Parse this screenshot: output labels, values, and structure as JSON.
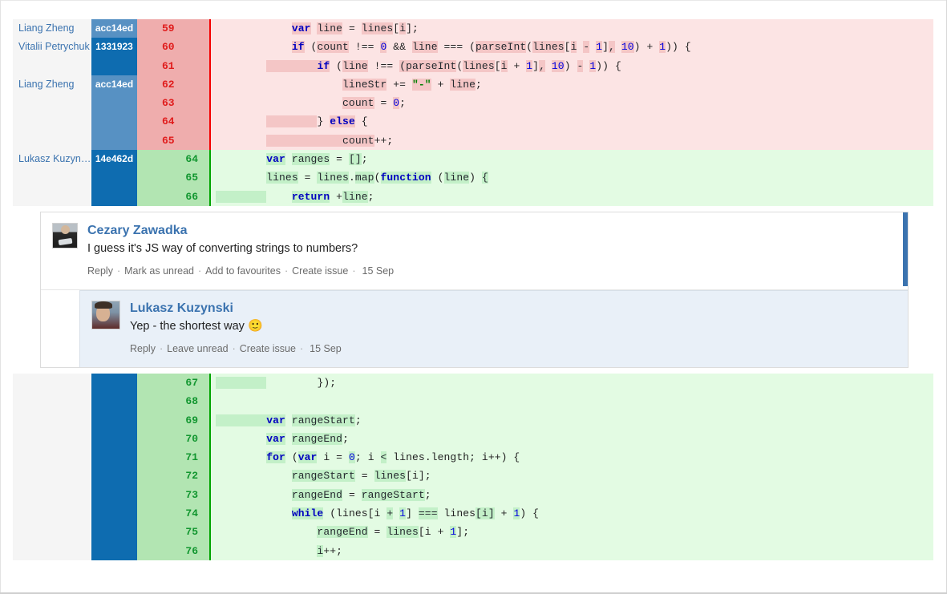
{
  "diff": {
    "blocks": [
      {
        "id": "block-top",
        "rows": [
          {
            "author": "Liang Zheng",
            "hash": "acc14ed",
            "hash_tone": "tone-a",
            "num": "59",
            "kind": "del",
            "tokens": [
              {
                "t": "            ",
                "s": "pl"
              },
              {
                "t": "var",
                "s": "kw hl-del"
              },
              {
                "t": " ",
                "s": "pl"
              },
              {
                "t": "line",
                "s": "hl-del"
              },
              {
                "t": " = ",
                "s": "pl"
              },
              {
                "t": "lines",
                "s": "hl-del"
              },
              {
                "t": "[",
                "s": "pl"
              },
              {
                "t": "i",
                "s": "hl-del"
              },
              {
                "t": "];",
                "s": "pl"
              }
            ]
          },
          {
            "author": "Vitalii Petrychuk",
            "hash": "1331923",
            "hash_tone": "tone-b",
            "num": "60",
            "kind": "del",
            "tokens": [
              {
                "t": "            ",
                "s": "pl"
              },
              {
                "t": "if",
                "s": "kw hl-del"
              },
              {
                "t": " (",
                "s": "pl"
              },
              {
                "t": "count",
                "s": "hl-del"
              },
              {
                "t": " !== ",
                "s": "pl"
              },
              {
                "t": "0",
                "s": "num hl-del"
              },
              {
                "t": " && ",
                "s": "pl"
              },
              {
                "t": "line",
                "s": "hl-del"
              },
              {
                "t": " === ",
                "s": "pl"
              },
              {
                "t": "(",
                "s": "pl"
              },
              {
                "t": "parseInt",
                "s": "hl-del"
              },
              {
                "t": "(",
                "s": "pl"
              },
              {
                "t": "lines",
                "s": "hl-del"
              },
              {
                "t": "[",
                "s": "pl"
              },
              {
                "t": "i",
                "s": "hl-del"
              },
              {
                "t": " ",
                "s": "pl"
              },
              {
                "t": "-",
                "s": "hl-del"
              },
              {
                "t": " ",
                "s": "pl"
              },
              {
                "t": "1",
                "s": "num hl-del"
              },
              {
                "t": "]",
                "s": "pl"
              },
              {
                "t": ",",
                "s": "hl-del"
              },
              {
                "t": " ",
                "s": "pl"
              },
              {
                "t": "10",
                "s": "num hl-del"
              },
              {
                "t": ") + ",
                "s": "pl"
              },
              {
                "t": "1",
                "s": "num hl-del"
              },
              {
                "t": ")) {",
                "s": "pl"
              }
            ]
          },
          {
            "author": "",
            "hash": "",
            "hash_tone": "tone-blank-b",
            "num": "61",
            "kind": "del",
            "tokens": [
              {
                "t": "        ",
                "s": "pl"
              },
              {
                "t": "        ",
                "s": "hl-del"
              },
              {
                "t": "if",
                "s": "kw hl-del"
              },
              {
                "t": " (",
                "s": "pl"
              },
              {
                "t": "line",
                "s": "hl-del"
              },
              {
                "t": " !== ",
                "s": "pl"
              },
              {
                "t": "(",
                "s": "hl-del"
              },
              {
                "t": "parseInt",
                "s": "hl-del"
              },
              {
                "t": "(",
                "s": "pl"
              },
              {
                "t": "lines",
                "s": "hl-del"
              },
              {
                "t": "[",
                "s": "pl"
              },
              {
                "t": "i",
                "s": "hl-del"
              },
              {
                "t": " + ",
                "s": "pl"
              },
              {
                "t": "1",
                "s": "num hl-del"
              },
              {
                "t": "]",
                "s": "pl"
              },
              {
                "t": ",",
                "s": "hl-del"
              },
              {
                "t": " ",
                "s": "pl"
              },
              {
                "t": "10",
                "s": "num hl-del"
              },
              {
                "t": ") ",
                "s": "pl"
              },
              {
                "t": "-",
                "s": "hl-del"
              },
              {
                "t": " ",
                "s": "pl"
              },
              {
                "t": "1",
                "s": "num hl-del"
              },
              {
                "t": ")) {",
                "s": "pl"
              }
            ]
          },
          {
            "author": "Liang Zheng",
            "hash": "acc14ed",
            "hash_tone": "tone-a",
            "num": "62",
            "kind": "del",
            "tokens": [
              {
                "t": "                    ",
                "s": "pl"
              },
              {
                "t": "lineStr",
                "s": "hl-del"
              },
              {
                "t": " += ",
                "s": "pl"
              },
              {
                "t": "\"-\"",
                "s": "str hl-del"
              },
              {
                "t": " + ",
                "s": "pl"
              },
              {
                "t": "line",
                "s": "hl-del"
              },
              {
                "t": ";",
                "s": "pl"
              }
            ]
          },
          {
            "author": "",
            "hash": "",
            "hash_tone": "tone-a",
            "num": "63",
            "kind": "del",
            "tokens": [
              {
                "t": "                    ",
                "s": "pl"
              },
              {
                "t": "count",
                "s": "hl-del"
              },
              {
                "t": " = ",
                "s": "pl"
              },
              {
                "t": "0",
                "s": "num hl-del"
              },
              {
                "t": ";",
                "s": "pl"
              }
            ]
          },
          {
            "author": "",
            "hash": "",
            "hash_tone": "tone-a",
            "num": "64",
            "kind": "del",
            "tokens": [
              {
                "t": "        ",
                "s": "pl"
              },
              {
                "t": "        ",
                "s": "hl-del"
              },
              {
                "t": "}",
                "s": "pl"
              },
              {
                "t": " ",
                "s": "pl"
              },
              {
                "t": "else",
                "s": "kw hl-del"
              },
              {
                "t": " {",
                "s": "pl"
              }
            ]
          },
          {
            "author": "",
            "hash": "",
            "hash_tone": "tone-a",
            "num": "65",
            "kind": "del",
            "tokens": [
              {
                "t": "        ",
                "s": "pl"
              },
              {
                "t": "            ",
                "s": "hl-del"
              },
              {
                "t": "count",
                "s": "hl-del"
              },
              {
                "t": "++;",
                "s": "pl"
              }
            ]
          },
          {
            "author": "Lukasz Kuzynski",
            "hash": "14e462d",
            "hash_tone": "tone-c",
            "num": "64",
            "kind": "add",
            "tokens": [
              {
                "t": "        ",
                "s": "pl"
              },
              {
                "t": "var",
                "s": "kw hl-add"
              },
              {
                "t": " ",
                "s": "pl"
              },
              {
                "t": "ranges",
                "s": "hl-add"
              },
              {
                "t": " = ",
                "s": "pl"
              },
              {
                "t": "[]",
                "s": "hl-add"
              },
              {
                "t": ";",
                "s": "pl"
              }
            ]
          },
          {
            "author": "",
            "hash": "",
            "hash_tone": "tone-c",
            "num": "65",
            "kind": "add",
            "tokens": [
              {
                "t": "        ",
                "s": "pl"
              },
              {
                "t": "lines",
                "s": "hl-add"
              },
              {
                "t": " = ",
                "s": "pl"
              },
              {
                "t": "lines",
                "s": "hl-add"
              },
              {
                "t": ".",
                "s": "pl"
              },
              {
                "t": "map",
                "s": "hl-add"
              },
              {
                "t": "(",
                "s": "pl"
              },
              {
                "t": "function",
                "s": "kw hl-add"
              },
              {
                "t": " (",
                "s": "pl"
              },
              {
                "t": "line",
                "s": "hl-add"
              },
              {
                "t": ") ",
                "s": "pl"
              },
              {
                "t": "{",
                "s": "hl-add"
              }
            ]
          },
          {
            "author": "",
            "hash": "",
            "hash_tone": "tone-c",
            "num": "66",
            "kind": "add",
            "tokens": [
              {
                "t": "        ",
                "s": "hl-add"
              },
              {
                "t": "    ",
                "s": "pl"
              },
              {
                "t": "return",
                "s": "kw hl-add"
              },
              {
                "t": " +",
                "s": "pl"
              },
              {
                "t": "line",
                "s": "hl-add"
              },
              {
                "t": ";",
                "s": "pl"
              }
            ]
          }
        ]
      },
      {
        "id": "block-bottom",
        "rows": [
          {
            "author": "",
            "hash": "",
            "hash_tone": "tone-c",
            "num": "67",
            "kind": "add",
            "tokens": [
              {
                "t": "        ",
                "s": "hl-add"
              },
              {
                "t": "        ",
                "s": "pl"
              },
              {
                "t": "});",
                "s": "pl"
              }
            ]
          },
          {
            "author": "",
            "hash": "",
            "hash_tone": "tone-c",
            "num": "68",
            "kind": "add",
            "tokens": [
              {
                "t": "",
                "s": "pl"
              }
            ]
          },
          {
            "author": "",
            "hash": "",
            "hash_tone": "tone-c",
            "num": "69",
            "kind": "add",
            "tokens": [
              {
                "t": "        ",
                "s": "hl-add"
              },
              {
                "t": "var",
                "s": "kw hl-add"
              },
              {
                "t": " ",
                "s": "pl"
              },
              {
                "t": "rangeStart",
                "s": "hl-add"
              },
              {
                "t": ";",
                "s": "pl"
              }
            ]
          },
          {
            "author": "",
            "hash": "",
            "hash_tone": "tone-c",
            "num": "70",
            "kind": "add",
            "tokens": [
              {
                "t": "        ",
                "s": "pl"
              },
              {
                "t": "var",
                "s": "kw hl-add"
              },
              {
                "t": " ",
                "s": "pl"
              },
              {
                "t": "rangeEnd",
                "s": "hl-add"
              },
              {
                "t": ";",
                "s": "pl"
              }
            ]
          },
          {
            "author": "",
            "hash": "",
            "hash_tone": "tone-c",
            "num": "71",
            "kind": "add",
            "tokens": [
              {
                "t": "        ",
                "s": "pl"
              },
              {
                "t": "for",
                "s": "kw hl-add"
              },
              {
                "t": " (",
                "s": "pl"
              },
              {
                "t": "var",
                "s": "kw hl-add"
              },
              {
                "t": " i = ",
                "s": "pl"
              },
              {
                "t": "0",
                "s": "num hl-add"
              },
              {
                "t": "; i ",
                "s": "pl"
              },
              {
                "t": "<",
                "s": "hl-add"
              },
              {
                "t": " lines.length; i++) {",
                "s": "pl"
              }
            ]
          },
          {
            "author": "",
            "hash": "",
            "hash_tone": "tone-c",
            "num": "72",
            "kind": "add",
            "tokens": [
              {
                "t": "            ",
                "s": "pl"
              },
              {
                "t": "rangeStart",
                "s": "hl-add"
              },
              {
                "t": " = ",
                "s": "pl"
              },
              {
                "t": "lines",
                "s": "hl-add"
              },
              {
                "t": "[i];",
                "s": "pl"
              }
            ]
          },
          {
            "author": "",
            "hash": "",
            "hash_tone": "tone-c",
            "num": "73",
            "kind": "add",
            "tokens": [
              {
                "t": "            ",
                "s": "pl"
              },
              {
                "t": "rangeEnd",
                "s": "hl-add"
              },
              {
                "t": " = ",
                "s": "pl"
              },
              {
                "t": "rangeStart",
                "s": "hl-add"
              },
              {
                "t": ";",
                "s": "pl"
              }
            ]
          },
          {
            "author": "",
            "hash": "",
            "hash_tone": "tone-c",
            "num": "74",
            "kind": "add",
            "tokens": [
              {
                "t": "            ",
                "s": "pl"
              },
              {
                "t": "while",
                "s": "kw hl-add"
              },
              {
                "t": " (lines[i ",
                "s": "pl"
              },
              {
                "t": "+",
                "s": "hl-add"
              },
              {
                "t": " ",
                "s": "pl"
              },
              {
                "t": "1",
                "s": "num hl-add"
              },
              {
                "t": "] ",
                "s": "pl"
              },
              {
                "t": "===",
                "s": "hl-add"
              },
              {
                "t": " lines",
                "s": "pl"
              },
              {
                "t": "[i]",
                "s": "hl-add"
              },
              {
                "t": " + ",
                "s": "pl"
              },
              {
                "t": "1",
                "s": "num hl-add"
              },
              {
                "t": ") {",
                "s": "pl"
              }
            ]
          },
          {
            "author": "",
            "hash": "",
            "hash_tone": "tone-c",
            "num": "75",
            "kind": "add",
            "tokens": [
              {
                "t": "                ",
                "s": "pl"
              },
              {
                "t": "rangeEnd",
                "s": "hl-add"
              },
              {
                "t": " = ",
                "s": "pl"
              },
              {
                "t": "lines",
                "s": "hl-add"
              },
              {
                "t": "[i + ",
                "s": "pl"
              },
              {
                "t": "1",
                "s": "num hl-add"
              },
              {
                "t": "];",
                "s": "pl"
              }
            ]
          },
          {
            "author": "",
            "hash": "",
            "hash_tone": "tone-c",
            "num": "76",
            "kind": "add",
            "tokens": [
              {
                "t": "                ",
                "s": "pl"
              },
              {
                "t": "i",
                "s": "hl-add"
              },
              {
                "t": "++;",
                "s": "pl"
              }
            ]
          }
        ]
      }
    ]
  },
  "comment_thread": {
    "parent": {
      "author": "Cezary Zawadka",
      "avatar": "user-avatar-cezary",
      "text": "I guess it's JS way of converting strings to numbers?",
      "actions": [
        "Reply",
        "Mark as unread",
        "Add to favourites",
        "Create issue"
      ],
      "date": "15 Sep"
    },
    "reply": {
      "author": "Lukasz Kuzynski",
      "avatar": "user-avatar-lukasz",
      "text": "Yep - the shortest way",
      "emoji": "🙂",
      "actions": [
        "Reply",
        "Leave unread",
        "Create issue"
      ],
      "date": "15 Sep"
    }
  },
  "colors": {
    "accent_blue": "#3b73af",
    "hash_blue_dark": "#0e6cb0",
    "hash_blue_light": "#5791c3",
    "deleted_bg": "#fce4e4",
    "deleted_gutter": "#efadad",
    "deleted_border": "#f40000",
    "added_bg": "#e3fbe3",
    "added_gutter": "#b2e5b2",
    "added_border": "#00a400",
    "reply_bg": "#e9f0f8"
  }
}
